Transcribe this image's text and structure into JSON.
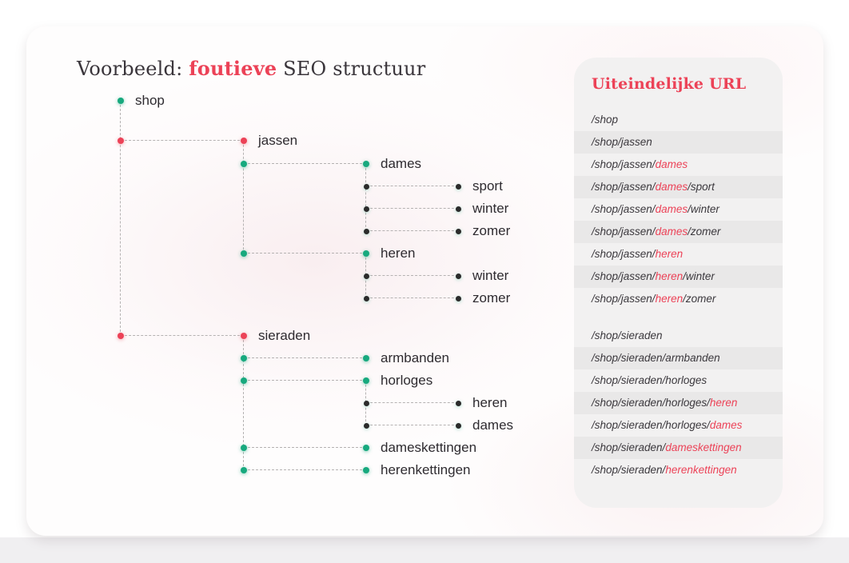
{
  "title": {
    "prefix": "Voorbeeld: ",
    "highlight": "foutieve",
    "suffix": " SEO structuur"
  },
  "url_panel": {
    "header": "Uiteindelijke URL",
    "groups": [
      {
        "rows": [
          {
            "segments": [
              {
                "text": "/shop",
                "red": false
              }
            ]
          },
          {
            "segments": [
              {
                "text": "/shop/jassen",
                "red": false
              }
            ]
          },
          {
            "segments": [
              {
                "text": "/shop/jassen/",
                "red": false
              },
              {
                "text": "dames",
                "red": true
              }
            ]
          },
          {
            "segments": [
              {
                "text": "/shop/jassen/",
                "red": false
              },
              {
                "text": "dames",
                "red": true
              },
              {
                "text": "/sport",
                "red": false
              }
            ]
          },
          {
            "segments": [
              {
                "text": "/shop/jassen/",
                "red": false
              },
              {
                "text": "dames",
                "red": true
              },
              {
                "text": "/winter",
                "red": false
              }
            ]
          },
          {
            "segments": [
              {
                "text": "/shop/jassen/",
                "red": false
              },
              {
                "text": "dames",
                "red": true
              },
              {
                "text": "/zomer",
                "red": false
              }
            ]
          },
          {
            "segments": [
              {
                "text": "/shop/jassen/",
                "red": false
              },
              {
                "text": "heren",
                "red": true
              }
            ]
          },
          {
            "segments": [
              {
                "text": "/shop/jassen/",
                "red": false
              },
              {
                "text": "heren",
                "red": true
              },
              {
                "text": "/winter",
                "red": false
              }
            ]
          },
          {
            "segments": [
              {
                "text": "/shop/jassen/",
                "red": false
              },
              {
                "text": "heren",
                "red": true
              },
              {
                "text": "/zomer",
                "red": false
              }
            ]
          }
        ]
      },
      {
        "rows": [
          {
            "segments": [
              {
                "text": "/shop/sieraden",
                "red": false
              }
            ]
          },
          {
            "segments": [
              {
                "text": "/shop/sieraden/armbanden",
                "red": false
              }
            ]
          },
          {
            "segments": [
              {
                "text": "/shop/sieraden/horloges",
                "red": false
              }
            ]
          },
          {
            "segments": [
              {
                "text": "/shop/sieraden/horloges/",
                "red": false
              },
              {
                "text": "heren",
                "red": true
              }
            ]
          },
          {
            "segments": [
              {
                "text": "/shop/sieraden/horloges/",
                "red": false
              },
              {
                "text": "dames",
                "red": true
              }
            ]
          },
          {
            "segments": [
              {
                "text": "/shop/sieraden/",
                "red": false
              },
              {
                "text": "dameskettingen",
                "red": true
              }
            ]
          },
          {
            "segments": [
              {
                "text": "/shop/sieraden/",
                "red": false
              },
              {
                "text": "herenkettingen",
                "red": true
              }
            ]
          }
        ]
      }
    ]
  },
  "tree": {
    "nodes": [
      {
        "id": "shop",
        "label": "shop",
        "parent": null,
        "level": 0,
        "row": 0,
        "color": "green"
      },
      {
        "id": "jassen",
        "label": "jassen",
        "parent": "shop",
        "level": 1,
        "row": 1,
        "color": "red"
      },
      {
        "id": "jassen-dames",
        "label": "dames",
        "parent": "jassen",
        "level": 2,
        "row": 2,
        "color": "green"
      },
      {
        "id": "jassen-dames-sport",
        "label": "sport",
        "parent": "jassen-dames",
        "level": 3,
        "row": 3,
        "color": "black"
      },
      {
        "id": "jassen-dames-winter",
        "label": "winter",
        "parent": "jassen-dames",
        "level": 3,
        "row": 4,
        "color": "black"
      },
      {
        "id": "jassen-dames-zomer",
        "label": "zomer",
        "parent": "jassen-dames",
        "level": 3,
        "row": 5,
        "color": "black"
      },
      {
        "id": "jassen-heren",
        "label": "heren",
        "parent": "jassen",
        "level": 2,
        "row": 6,
        "color": "green"
      },
      {
        "id": "jassen-heren-winter",
        "label": "winter",
        "parent": "jassen-heren",
        "level": 3,
        "row": 7,
        "color": "black"
      },
      {
        "id": "jassen-heren-zomer",
        "label": "zomer",
        "parent": "jassen-heren",
        "level": 3,
        "row": 8,
        "color": "black"
      },
      {
        "id": "sieraden",
        "label": "sieraden",
        "parent": "shop",
        "level": 1,
        "row": 9,
        "color": "red"
      },
      {
        "id": "sieraden-armbanden",
        "label": "armbanden",
        "parent": "sieraden",
        "level": 2,
        "row": 10,
        "color": "green"
      },
      {
        "id": "sieraden-horloges",
        "label": "horloges",
        "parent": "sieraden",
        "level": 2,
        "row": 11,
        "color": "green"
      },
      {
        "id": "sieraden-horloges-heren",
        "label": "heren",
        "parent": "sieraden-horloges",
        "level": 3,
        "row": 12,
        "color": "black"
      },
      {
        "id": "sieraden-horloges-dames",
        "label": "dames",
        "parent": "sieraden-horloges",
        "level": 3,
        "row": 13,
        "color": "black"
      },
      {
        "id": "sieraden-dameskettingen",
        "label": "dameskettingen",
        "parent": "sieraden",
        "level": 2,
        "row": 14,
        "color": "green"
      },
      {
        "id": "sieraden-herenkettingen",
        "label": "herenkettingen",
        "parent": "sieraden",
        "level": 2,
        "row": 15,
        "color": "green"
      }
    ]
  },
  "colors": {
    "accent_red": "#ec4257",
    "dot_green": "#17a97e",
    "dot_black": "#2b2b2b",
    "text_dark": "#3a353b",
    "panel_bg": "#f2f1f1",
    "panel_stripe": "#e9e8e8",
    "line_gray": "#b5b2b2"
  }
}
